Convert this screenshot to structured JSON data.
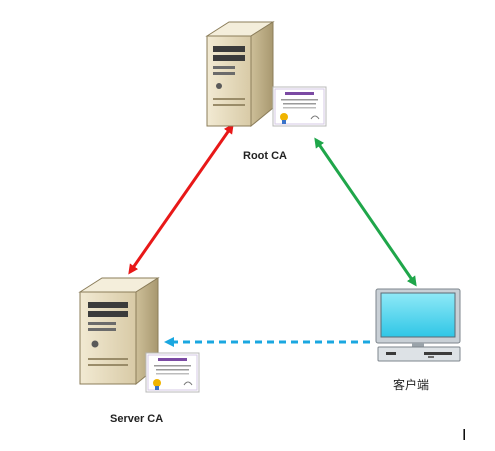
{
  "nodes": {
    "root_ca": {
      "label": "Root CA",
      "icon": "server-tower-icon",
      "badge_icon": "certificate-icon"
    },
    "server_ca": {
      "label": "Server CA",
      "icon": "server-tower-icon",
      "badge_icon": "certificate-icon"
    },
    "client": {
      "label": "客户端",
      "icon": "desktop-computer-icon"
    }
  },
  "edges": [
    {
      "from": "root_ca",
      "to": "server_ca",
      "style": "solid",
      "direction": "both",
      "color": "#e81818"
    },
    {
      "from": "root_ca",
      "to": "client",
      "style": "solid",
      "direction": "both",
      "color": "#1fa64a"
    },
    {
      "from": "client",
      "to": "server_ca",
      "style": "dashed",
      "direction": "forward",
      "color": "#1aa7e0"
    }
  ],
  "colors": {
    "server_body": "#e6dcc2",
    "server_shadow": "#b9aa86",
    "monitor_screen": "#5fd9ef",
    "monitor_frame": "#c9d0d6"
  },
  "corner_glyph": "Ⅰ"
}
